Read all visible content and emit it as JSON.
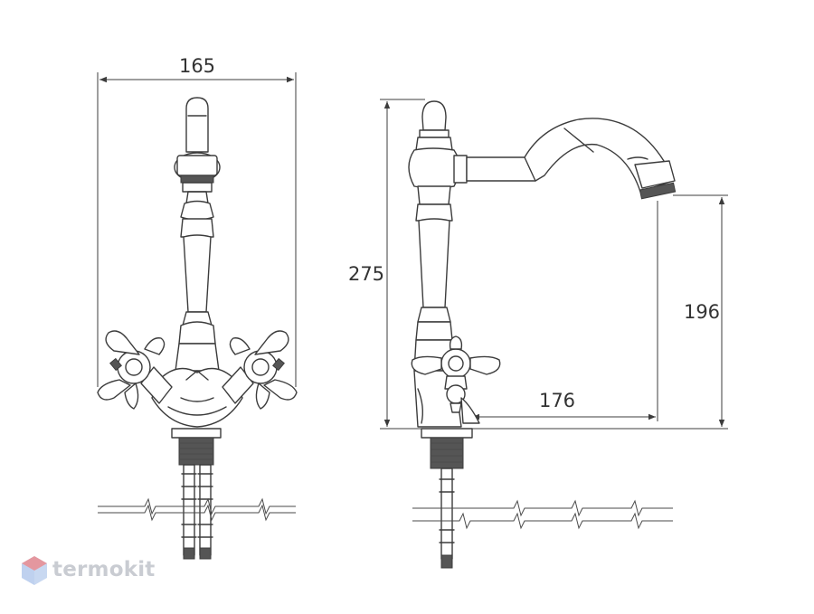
{
  "dimensions": {
    "width_front": "165",
    "height_total": "275",
    "spout_height": "196",
    "spout_reach": "176"
  },
  "logo": {
    "text": "termokit",
    "accent_color": "#f07c7c",
    "secondary_color": "#9bb8e6"
  }
}
